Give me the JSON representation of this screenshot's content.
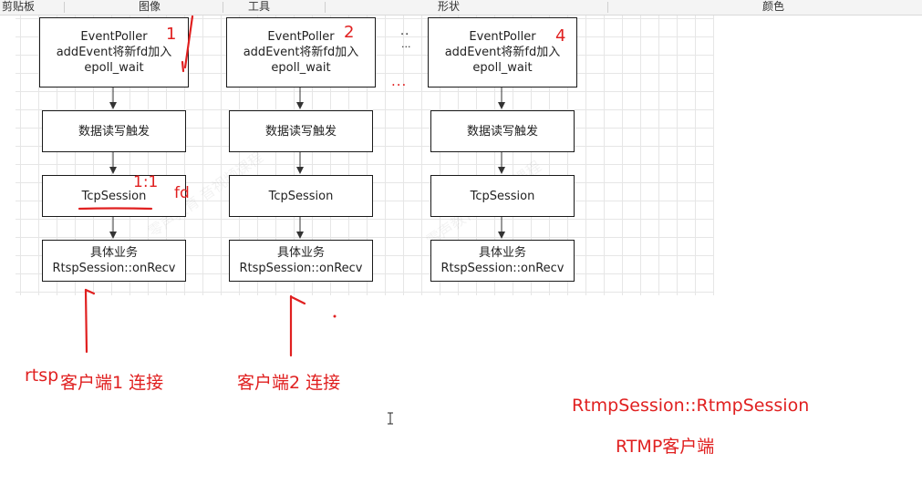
{
  "ribbon": {
    "clipboard": "剪贴板",
    "image": "图像",
    "tools": "工具",
    "shapes": "形状",
    "colors": "颜色"
  },
  "columns": [
    {
      "event_poller": [
        "EventPoller",
        "addEvent将新fd加入",
        "epoll_wait"
      ],
      "trigger": "数据读写触发",
      "tcp_session": "TcpSession",
      "business": [
        "具体业务",
        "RtspSession::onRecv"
      ]
    },
    {
      "event_poller": [
        "EventPoller",
        "addEvent将新fd加入",
        "epoll_wait"
      ],
      "trigger": "数据读写触发",
      "tcp_session": "TcpSession",
      "business": [
        "具体业务",
        "RtspSession::onRecv"
      ]
    },
    {
      "event_poller": [
        "EventPoller",
        "addEvent将新fd加入",
        "epoll_wait"
      ],
      "trigger": "数据读写触发",
      "tcp_session": "TcpSession",
      "business": [
        "具体业务",
        "RtspSession::onRecv"
      ]
    }
  ],
  "annotations": {
    "num1": "1",
    "num2": "2",
    "num4": "4",
    "ratio": "1:1",
    "fd": "fd",
    "dots_top": "..",
    "dots_mid": "...",
    "dots_red": "...",
    "rtsp": "rtsp",
    "client1": "客户端1 连接",
    "client2": "客户端2 连接",
    "rtmp_session": "RtmpSession::RtmpSession",
    "rtmp_client": "RTMP客户端"
  },
  "colors": {
    "annotation": "#e02020",
    "box_border": "#1a1a1a"
  }
}
